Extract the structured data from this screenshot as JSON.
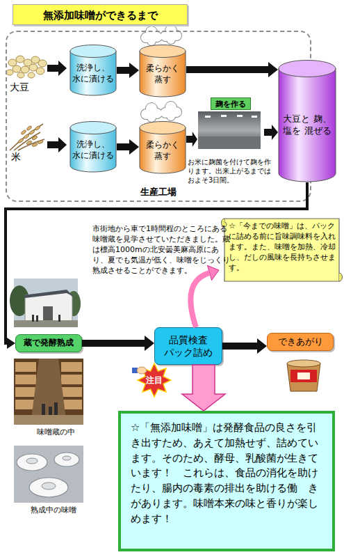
{
  "diagram": {
    "title": "無添加味噌ができるまで",
    "nodes": [
      {
        "text": [
          "生産工場"
        ]
      },
      {
        "text": [
          "洗浄し、 水に漬ける"
        ],
        "in": 0
      },
      {
        "text": [
          "柔らかく 蒸す"
        ],
        "in": 0
      },
      {
        "text": [
          "洗浄し、 水に漬ける"
        ],
        "in": 0
      },
      {
        "text": [
          "柔らかく 蒸す"
        ],
        "in": 0
      },
      {
        "text": [
          "麹を作る",
          "お米に麹菌を付けて麹を作ります。出来上がるまではおよそ3日間。"
        ],
        "in": 0
      },
      {
        "text": [
          "大豆と 麹、塩を 混ぜる"
        ],
        "in": 0
      },
      {
        "text": [
          "蔵で発酵熟成"
        ]
      },
      {
        "text": [
          "品質検査 パック詰め"
        ]
      },
      {
        "text": [
          "できあがり"
        ]
      },
      {
        "text": [
          "☆「今までの味噌」は、パックに詰める前に旨味調味料を入れます。また、味噌を加熱、冷却し、だしの風味を長持ちさせます。"
        ]
      },
      {
        "text": [
          "☆「無添加味噌」は発酵食品の良さを引き出すため、あえて加熱せず、詰めています。そのため、酵母、乳酸菌が生きています！　これらは、食品の消化を助けたり、腸内の毒素の排出を助ける働　きがあります。味噌本来の味と香りが楽しめます！"
        ]
      }
    ],
    "edges": [
      {
        "from": 1,
        "to": 2,
        "arrow": "to"
      },
      {
        "from": 3,
        "to": 4,
        "arrow": "to"
      },
      {
        "from": 2,
        "to": 6,
        "arrow": "to"
      },
      {
        "from": 4,
        "to": 5,
        "arrow": "to"
      },
      {
        "from": 5,
        "to": 6,
        "arrow": "to"
      },
      {
        "from": 6,
        "to": 7,
        "arrow": "to"
      },
      {
        "from": 7,
        "to": 8,
        "arrow": "to"
      },
      {
        "from": 8,
        "to": 9,
        "arrow": "to"
      },
      {
        "from": 8,
        "to": 10,
        "arrow": "to"
      },
      {
        "from": 8,
        "to": 11,
        "arrow": "to"
      }
    ],
    "labels": [
      "大豆",
      "米",
      "市街地から車で1時間程のところにある味噌蔵を見学させていただきました。蔵は標高1000mの北安曇美麻高原にあり、夏でも気温が低く、味噌をじっくり熟成させることができます。",
      "注目",
      "味噌蔵の中",
      "熟成中の味噌"
    ]
  }
}
